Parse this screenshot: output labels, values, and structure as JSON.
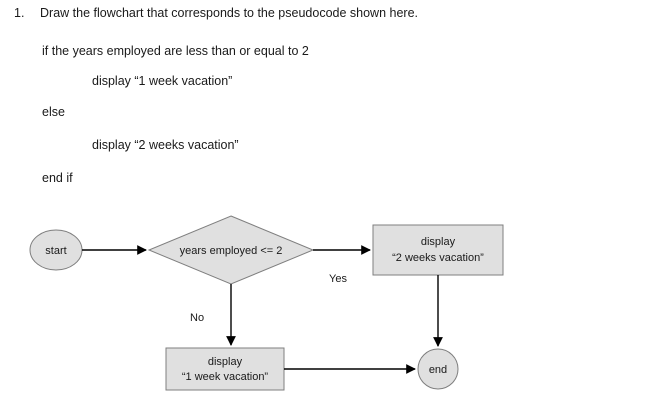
{
  "question": {
    "number": "1.",
    "prompt": "Draw the flowchart that corresponds to the pseudocode shown here.",
    "pseudocode": [
      {
        "indent": 1,
        "text": "if the years employed are less than or equal to 2"
      },
      {
        "indent": 2,
        "text": "display “1 week vacation”"
      },
      {
        "indent": 1,
        "text": "else"
      },
      {
        "indent": 2,
        "text": "display “2 weeks vacation”"
      },
      {
        "indent": 1,
        "text": "end if"
      }
    ]
  },
  "flowchart": {
    "type": "flowchart",
    "nodes": {
      "start": {
        "shape": "terminator",
        "label": "start"
      },
      "decision": {
        "shape": "diamond",
        "label": "years employed <= 2"
      },
      "process_two_weeks": {
        "shape": "rectangle",
        "line1": "display",
        "line2": "“2 weeks vacation”"
      },
      "process_one_week": {
        "shape": "rectangle",
        "line1": "display",
        "line2": "“1 week vacation”"
      },
      "end": {
        "shape": "terminator",
        "label": "end"
      }
    },
    "edge_labels": {
      "yes": "Yes",
      "no": "No"
    },
    "colors": {
      "shape_fill": "#e0e0e0",
      "shape_stroke": "#7f7f7f",
      "connector": "#000000",
      "text": "#1a1a1a"
    }
  }
}
